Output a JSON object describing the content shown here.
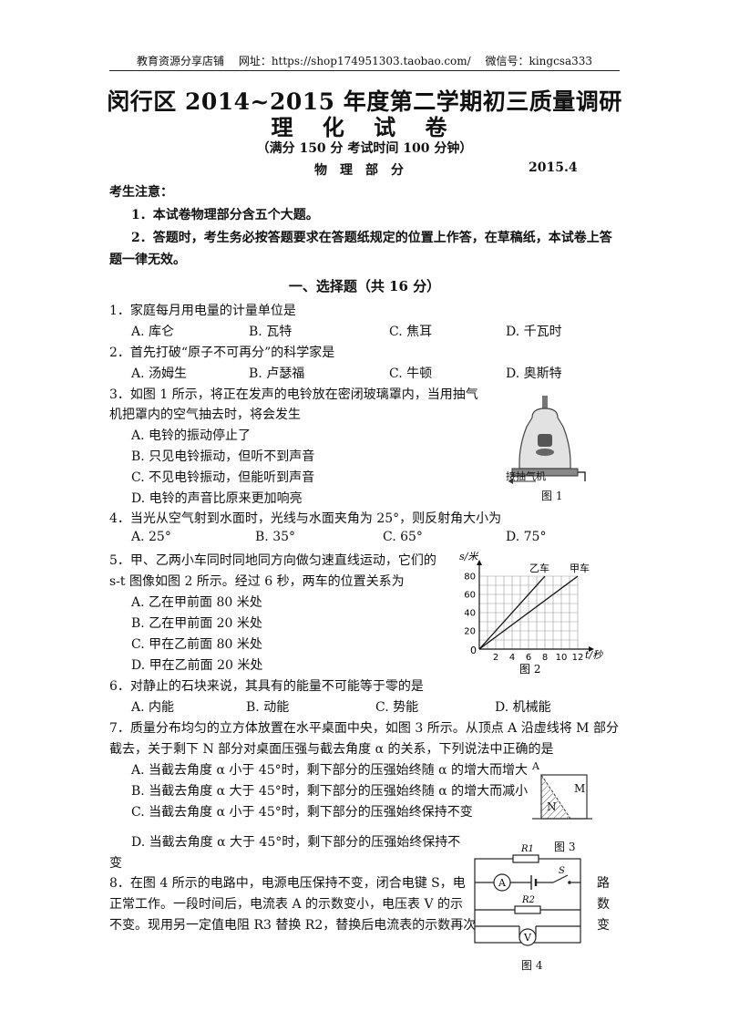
{
  "header": {
    "shop": "教育资源分享店铺",
    "site": "网址：https://shop174951303.taobao.com/",
    "wechat": "微信号：kingcsa333"
  },
  "title": {
    "line1": "闵行区 2014~2015 年度第二学期初三质量调研",
    "line2": "理 化 试 卷",
    "note": "（满分 150 分   考试时间 100 分钟）",
    "section": "物理部分",
    "date": "2015.4"
  },
  "notice": {
    "heading": "考生注意：",
    "item1": "1．本试卷物理部分含五个大题。",
    "item2a": "2．答题时，考生务必按答题要求在答题纸规定的位置上作答，在草稿纸，本试卷上答",
    "item2b": "题一律无效。"
  },
  "part1_heading": "一、选择题（共 16 分）",
  "questions": {
    "q1": {
      "stem": "1．家庭每月用电量的计量单位是",
      "a": "A. 库仑",
      "b": "B. 瓦特",
      "c": "C. 焦耳",
      "d": "D. 千瓦时"
    },
    "q2": {
      "stem": "2．首先打破“原子不可再分”的科学家是",
      "a": "A. 汤姆生",
      "b": "B. 卢瑟福",
      "c": "C. 牛顿",
      "d": "D. 奥斯特"
    },
    "q3": {
      "stem1": "3．如图 1 所示，将正在发声的电铃放在密闭玻璃罩内，当用抽气",
      "stem2": "机把罩内的空气抽去时，将会发生",
      "a": "A. 电铃的振动停止了",
      "b": "B. 只见电铃振动，但听不到声音",
      "c": "C. 不见电铃振动，但能听到声音",
      "d": "D. 电铃的声音比原来更加响亮"
    },
    "q4": {
      "stem": "4．当光从空气射到水面时，光线与水面夹角为 25°，则反射角大小为",
      "a": "A. 25°",
      "b": "B. 35°",
      "c": "C. 65°",
      "d": "D.  75°"
    },
    "q5": {
      "stem1": "5．甲、乙两小车同时同地同方向做匀速直线运动，它们的",
      "stem2": "s-t 图像如图 2 所示。经过 6 秒，两车的位置关系为",
      "a": "A. 乙在甲前面 80 米处",
      "b": "B. 乙在甲前面 20 米处",
      "c": "C. 甲在乙前面 80 米处",
      "d": "D. 甲在乙前面 20 米处"
    },
    "q6": {
      "stem": "6．对静止的石块来说，其具有的能量不可能等于零的是",
      "a": "A. 内能",
      "b": "B. 动能",
      "c": "C. 势能",
      "d": "D. 机械能"
    },
    "q7": {
      "stem1": "7．质量分布均匀的立方体放置在水平桌面中央，如图 3 所示。从顶点 A 沿虚线将 M 部分",
      "stem2": "截去，关于剩下 N 部分对桌面压强与截去角度 α 的关系，下列说法中正确的是",
      "a": "A. 当截去角度 α 小于 45°时，剩下部分的压强始终随 α 的增大而增大",
      "b": "B. 当截去角度 α 大于 45°时，剩下部分的压强始终随 α 的增大而减小",
      "c": "C. 当截去角度 α 小于 45°时，剩下部分的压强始终保持不变",
      "d1": "D. 当截去角度 α 大于 45°时，剩下部分的压强始终保持不",
      "d2": "变"
    },
    "q8": {
      "line1": "8．在图 4 所示的电路中，电源电压保持不变，闭合电键 S，电",
      "line1_tail": "路",
      "line2": "正常工作。一段时间后，电流表 A 的示数变小，电压表 V 的示",
      "line2_tail": "数",
      "line3": "不变。现用另一定值电阻 R3 替换 R2，替换后电流表的示数再次",
      "line3_tail": "变"
    }
  },
  "figures": {
    "fig1": {
      "caption": "图 1",
      "label": "接抽气机"
    },
    "fig3": {
      "caption": "图 3",
      "vertex": "A",
      "part_m": "M",
      "part_n": "N"
    },
    "fig4": {
      "caption": "图 4",
      "r1": "R1",
      "r2": "R2",
      "ammeter": "A",
      "voltmeter": "V",
      "switch": "S"
    }
  },
  "chart_data": {
    "type": "line",
    "caption": "图 2",
    "xlabel": "t/秒",
    "ylabel": "s/米",
    "xlim": [
      0,
      12
    ],
    "ylim": [
      0,
      80
    ],
    "x_ticks": [
      2,
      4,
      6,
      8,
      10,
      12
    ],
    "y_ticks": [
      20,
      40,
      60,
      80
    ],
    "origin_label": "0",
    "grid": true,
    "series": [
      {
        "name": "乙车",
        "x": [
          0,
          8
        ],
        "y": [
          0,
          80
        ]
      },
      {
        "name": "甲车",
        "x": [
          0,
          12
        ],
        "y": [
          0,
          80
        ]
      }
    ]
  }
}
